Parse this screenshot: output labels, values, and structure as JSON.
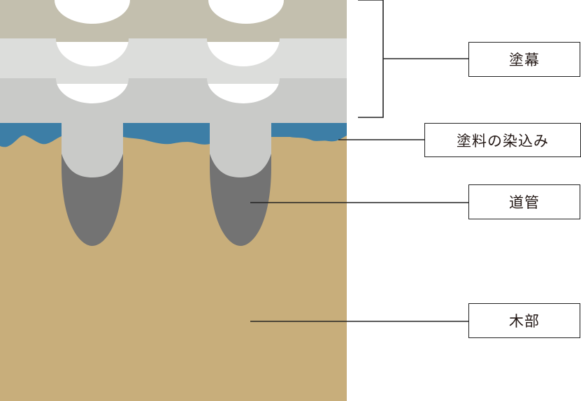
{
  "labels": {
    "coating_film": "塗幕",
    "paint_penetration": "塗料の染込み",
    "vessel": "道管",
    "wood": "木部"
  },
  "colors": {
    "wood": "#c8ae7b",
    "vessel": "#737373",
    "penetration": "#3d7ea6",
    "film_top": "#c3bfae",
    "film_middle": "#dcdddb",
    "film_bottom": "#c9cac8",
    "line": "#222222"
  }
}
